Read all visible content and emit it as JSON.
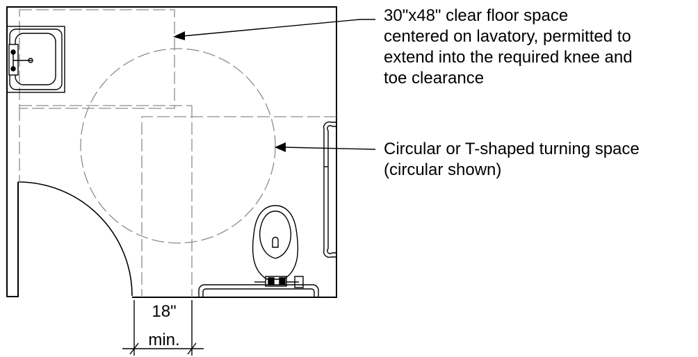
{
  "callouts": {
    "clear_floor_space": {
      "lines": [
        "30\"x48\" clear floor space",
        "centered on lavatory, permitted to",
        "extend into the required knee and",
        "toe clearance"
      ]
    },
    "turning_space": {
      "lines": [
        "Circular or T-shaped turning space",
        "(circular shown)"
      ]
    }
  },
  "dimension": {
    "value": "18\"",
    "unit": "min."
  },
  "colors": {
    "line": "#000000",
    "dashed": "#9a9a9a",
    "fixture": "#000000"
  }
}
